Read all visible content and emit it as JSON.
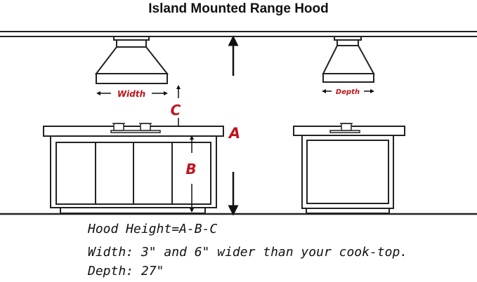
{
  "title": "Island Mounted Range Hood",
  "labels": {
    "width": "Width",
    "depth": "Depth",
    "a": "A",
    "b": "B",
    "c": "C"
  },
  "notes": {
    "formula": "Hood Height=A-B-C",
    "width_rule": "Width: 3\" and 6\" wider than your cook-top.",
    "depth_rule": "Depth: 27\""
  },
  "colors": {
    "label_red": "#c0141c",
    "line": "#222222"
  }
}
